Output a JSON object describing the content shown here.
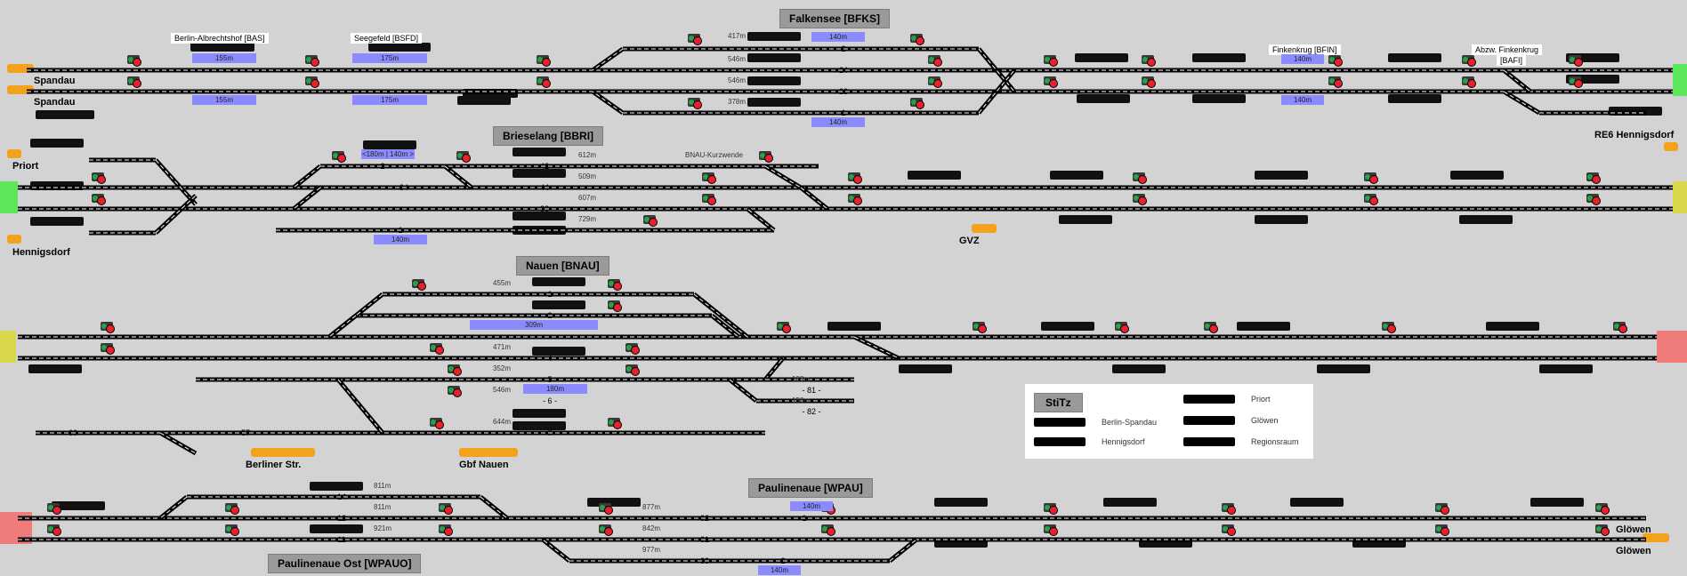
{
  "stations": {
    "falkensee": "Falkensee [BFKS]",
    "brieselang": "Brieselang [BBRI]",
    "nauen": "Nauen [BNAU]",
    "paulinenaue": "Paulinenaue [WPAU]",
    "paulinenaue_ost": "Paulinenaue Ost [WPAUO]"
  },
  "small_stations": {
    "albrechtshof": "Berlin-Albrechtshof [BAS]",
    "seegefeld": "Seegefeld [BSFD]",
    "finkenkrug": "Finkenkrug [BFIN]",
    "abzw_1": "Abzw. Finkenkrug",
    "abzw_2": "[BAFI]"
  },
  "endpoints": {
    "spandau_1": "Spandau",
    "spandau_2": "Spandau",
    "priort": "Priort",
    "hennigsdorf": "Hennigsdorf",
    "re6": "RE6 Hennigsdorf",
    "gvz": "GVZ",
    "berliner_str": "Berliner Str.",
    "gbf_nauen": "Gbf Nauen",
    "gloewen_1": "Glöwen",
    "gloewen_2": "Glöwen"
  },
  "blocks": {
    "b155_top": "155m",
    "b175_top": "175m",
    "b155_bot": "155m",
    "b175_bot": "175m",
    "fk_top": "140m",
    "fk_bot": "140m",
    "fin_top": "140m",
    "fin_bot": "140m",
    "bri_180": "<180m | 140m >",
    "bri_140": "140m",
    "nau_309": "309m",
    "nau_180": "180m",
    "pau_140": "140m",
    "pau_140b": "140m"
  },
  "track_numbers": {
    "fk_2": "2",
    "fk_24": "24",
    "fk_23": "23",
    "fk_1": "1",
    "bri_2": "2",
    "bri_34": "34",
    "bri_42": "42",
    "bri_44": "44",
    "bri_33": "33",
    "bri_31": "31",
    "bri_1": "1",
    "nau_1": "1",
    "nau_2": "2",
    "nau_4": "4",
    "nau_5": "5",
    "nau_6": "6",
    "nau_7": "7",
    "nau_81": "81",
    "nau_82": "82",
    "nau_57": "57",
    "nau_60": "60",
    "pa_14": "14",
    "pa_12": "12",
    "pa_11": "11",
    "pau_32": "32",
    "pau_31": "31",
    "pau_33": "33",
    "pau_1": "1",
    "pau_2": "2"
  },
  "distances": {
    "fk_417": "417m",
    "fk_546a": "546m",
    "fk_546b": "546m",
    "fk_378": "378m",
    "bri_612": "612m",
    "bri_509": "509m",
    "bri_607": "607m",
    "bri_729": "729m",
    "nau_455": "455m",
    "nau_471": "471m",
    "nau_352": "352m",
    "nau_546": "546m",
    "nau_644": "644m",
    "nau_188": "188m",
    "nau_156": "156m",
    "pa_811a": "811m",
    "pa_811b": "811m",
    "pa_921": "921m",
    "pau_877": "877m",
    "pau_842": "842m",
    "pau_977": "977m"
  },
  "annotations": {
    "kurzwende": "BNAU-Kurzwende"
  },
  "legend": {
    "title": "StiTz",
    "items": [
      "Berlin-Spandau",
      "Hennigsdorf",
      "Priort",
      "Glöwen",
      "Regionsraum"
    ]
  },
  "colors": {
    "background": "#d3d3d3",
    "track": "#000000",
    "block_free": "#8b8bff",
    "signal_red": "#e8212b",
    "signal_green": "#27a14a",
    "exit_green": "#5ce65c",
    "exit_yellow": "#d8d84a",
    "exit_red": "#ef7b7b",
    "endpoint_orange": "#f4a21c"
  }
}
